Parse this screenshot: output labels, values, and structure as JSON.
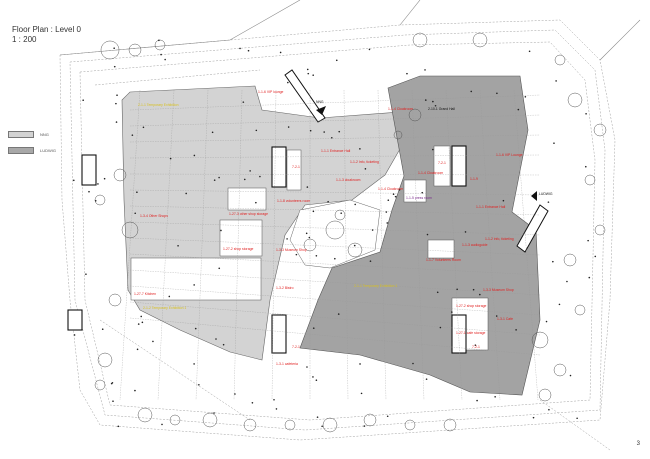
{
  "header": {
    "title": "Floor Plan : Level 0",
    "scale": "1 : 200"
  },
  "legend": [
    {
      "label": "NNG",
      "color": "#d3d3d3"
    },
    {
      "label": "LUDWIG",
      "color": "#a8a8a8"
    }
  ],
  "colors": {
    "light_wing": "#d3d3d3",
    "dark_wing": "#a3a3a3",
    "room_label": "#e02020",
    "exhibition_label": "#d8c020"
  },
  "markers": {
    "north_entrance": "NNG",
    "east_entrance": "LUDWIG"
  },
  "rooms": {
    "vip_lounge_nng": "1-1-6 VIP lounge",
    "temp_exhibition_nng": "2-1-1 Temporary Exhibition",
    "entrance_hall_nng": "1-1-1 Entrance Hall",
    "info_ticketing_nng": "1-1-2 Info, ticketing",
    "cloakroom_small_nng": "1-1-3 cloakroom",
    "core_nng": "7-2-1",
    "volunteers_room_nng": "1-1-8 volunteers room",
    "other_shops": "1-3-4 Other Shops",
    "other_shop_storage": "1-27-3 other shop storage",
    "shop_storage": "1-27-2 shop storage",
    "museum_shop_nng": "1-3-3 Museum Shop",
    "kitchen": "1-27-7 Kitchen",
    "temp_exhibition_nng_2": "2-1-2 Temporary Exhibition 1",
    "bistro": "1-3-2 Bistro",
    "core_nng_2": "7-2-1",
    "cafeteria": "1-3-1 cafeteria",
    "grand_hall": "2-10-1 Grand Hall",
    "cloakroom_ludwig": "1-1-4 Cloakroom",
    "cloakroom_2": "1-1-4 Cloakroom",
    "press_room": "1-1-5 press room",
    "info_ticket_ludwig": "1-1-2 Info, ticketing",
    "core_ludwig": "7-2-1",
    "core_ludwig_b": "1-1-9",
    "vip_lounge_ludwig": "1-1-6 VIP Lounge",
    "entrance_hall_ludwig": "1-1-1 Entrance Hall",
    "audioguide": "1-1-3 audioguide",
    "ticketing_ludwig": "1-1-2 info, ticketing",
    "volunteers_room_ludwig": "1-1-7 Volunteers Room",
    "temp_exhibition_ludwig": "2-1-1 Temporary Exhibition 1",
    "museum_shop_ludwig": "1-3-3 Museum Shop",
    "shop_storage_ludwig": "1-27-2 shop storage",
    "cafe": "1-3-1 Cafe",
    "cafe_storage": "1-27-1 cafe storage",
    "core_ludwig_2": "7-2-1"
  },
  "page_number": "3"
}
